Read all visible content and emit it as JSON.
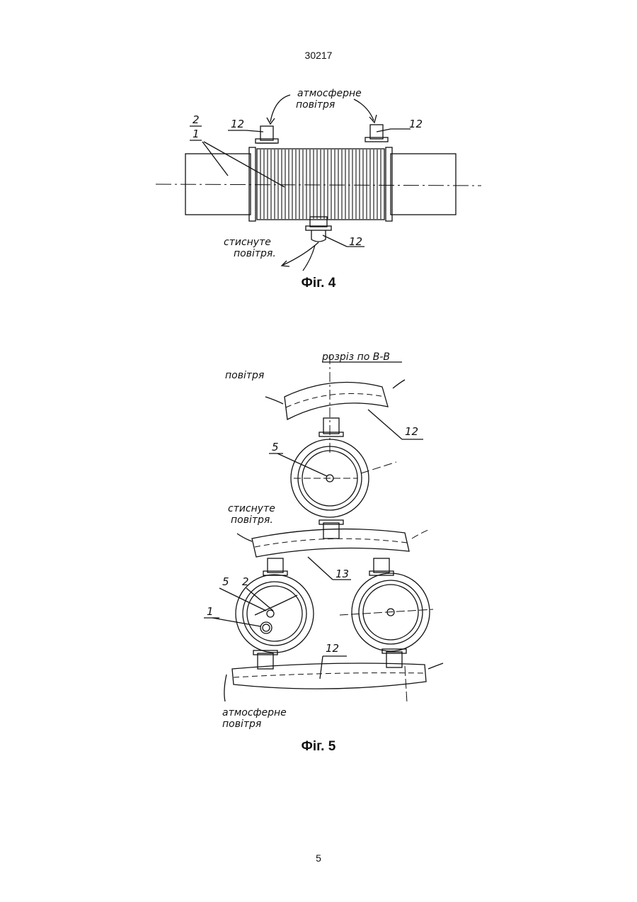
{
  "header": {
    "doc_number": "30217"
  },
  "footer": {
    "page_number": "5"
  },
  "figure4": {
    "caption": "Фіг. 4",
    "label_atmospheric_line1": "атмосферне",
    "label_atmospheric_line2": "повітря",
    "label_compressed_line1": "стиснуте",
    "label_compressed_line2": "повітря.",
    "ref_2": "2",
    "ref_1": "1",
    "ref_12": "12"
  },
  "figure5": {
    "caption": "Фіг. 5",
    "section_label": "розріз по В-В",
    "label_air": "повітря",
    "label_compressed_line1": "стиснуте",
    "label_compressed_line2": "повітря.",
    "label_atmospheric_line1": "атмосферне",
    "label_atmospheric_line2": "повітря",
    "ref_5": "5",
    "ref_2": "2",
    "ref_1": "1",
    "ref_12": "12",
    "ref_13": "13"
  }
}
